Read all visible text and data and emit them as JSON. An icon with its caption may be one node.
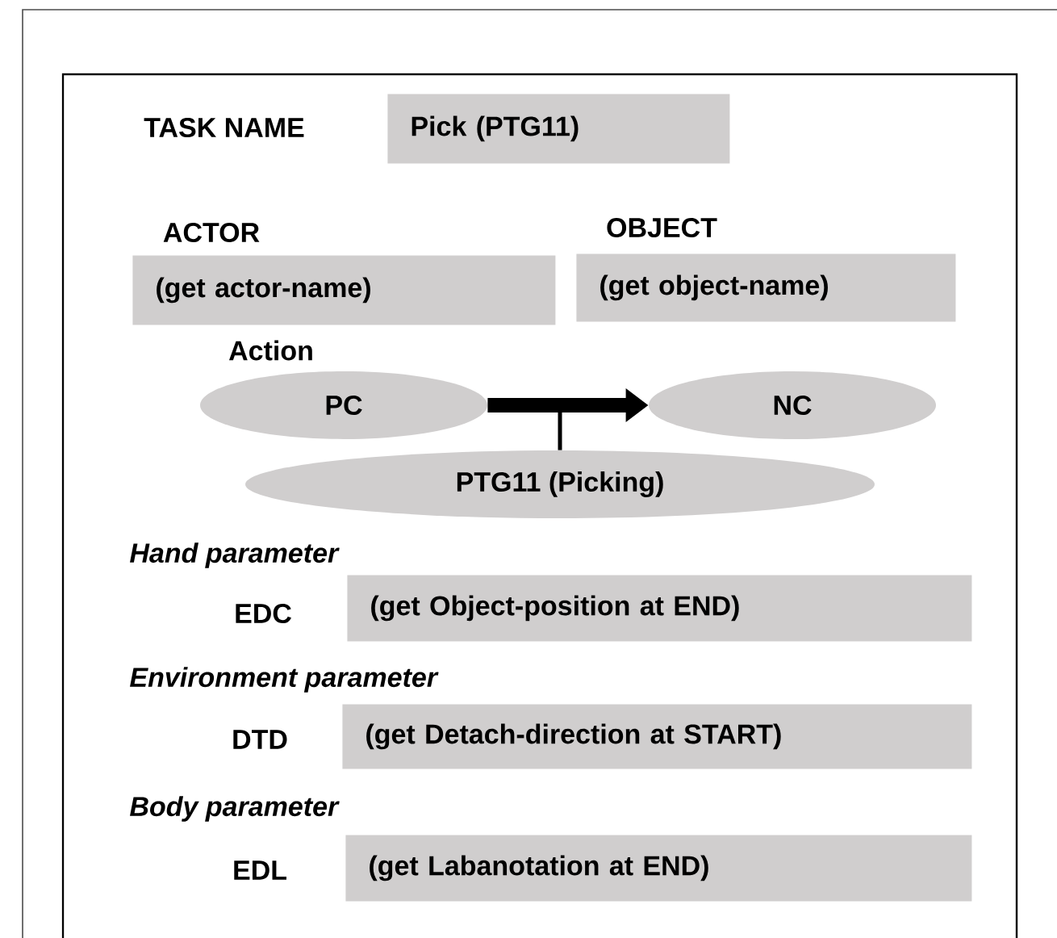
{
  "diagram": {
    "nodes": [
      {
        "text": [
          "Pick (PTG11)"
        ]
      },
      {
        "text": [
          "(get actor-name)"
        ]
      },
      {
        "text": [
          "(get object-name)"
        ]
      },
      {
        "text": [
          "PC"
        ]
      },
      {
        "text": [
          "NC"
        ]
      },
      {
        "text": [
          "PTG11 (Picking)"
        ]
      },
      {
        "text": [
          "(get  Object-position at END)"
        ]
      },
      {
        "text": [
          "(get Detach-direction at START)"
        ]
      },
      {
        "text": [
          "(get Labanotation at END)"
        ]
      }
    ],
    "edges": [
      {
        "from": 3,
        "to": 4,
        "arrow": "to",
        "style": "thick"
      },
      {
        "from": 5,
        "to": null,
        "arrow": "none"
      }
    ],
    "labels": [
      "TASK NAME",
      "ACTOR",
      "OBJECT",
      "Action",
      "Hand parameter",
      "EDC",
      "Environment parameter",
      "DTD",
      "Body parameter",
      "EDL"
    ]
  }
}
